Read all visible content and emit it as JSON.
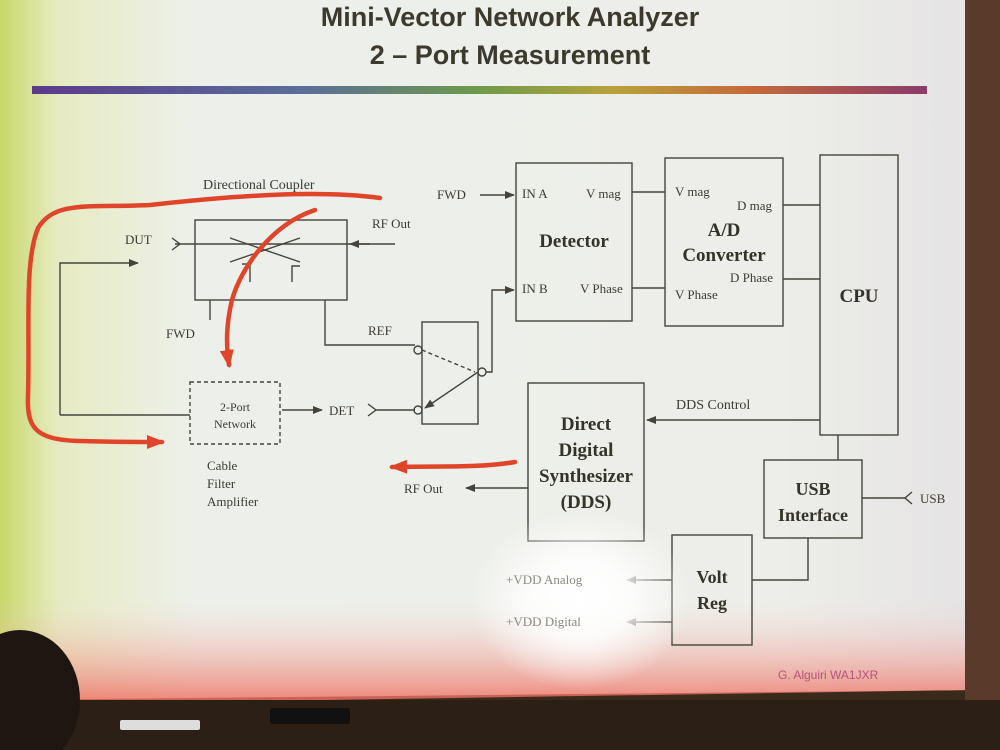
{
  "slide": {
    "title_line1": "Mini-Vector Network Analyzer",
    "title_line2": "2 – Port Measurement",
    "credit": "G. Alguiri WA1JXR"
  },
  "diagram": {
    "directional_coupler": "Directional Coupler",
    "dut": "DUT",
    "rf_out_top": "RF Out",
    "fwd_left": "FWD",
    "ref": "REF",
    "det": "DET",
    "two_port_line1": "2-Port",
    "two_port_line2": "Network",
    "two_port_caption": [
      "Cable",
      "Filter",
      "Amplifier"
    ],
    "fwd_in": "FWD",
    "detector": {
      "title": "Detector",
      "in_a": "IN A",
      "in_b": "IN B",
      "v_mag": "V mag",
      "v_phase": "V Phase"
    },
    "adc": {
      "line1": "A/D",
      "line2": "Converter",
      "v_mag": "V mag",
      "v_phase": "V Phase",
      "d_mag": "D mag",
      "d_phase": "D Phase"
    },
    "cpu": "CPU",
    "dds_control": "DDS Control",
    "dds": {
      "line1": "Direct",
      "line2": "Digital",
      "line3": "Synthesizer",
      "line4": "(DDS)"
    },
    "rf_out_dds": "RF Out",
    "usb": {
      "line1": "USB",
      "line2": "Interface",
      "port": "USB"
    },
    "volt_reg": {
      "line1": "Volt",
      "line2": "Reg"
    },
    "vdd_analog": "+VDD Analog",
    "vdd_digital": "+VDD Digital"
  },
  "colors": {
    "annotation_red": "#e0452a",
    "line_color": "#44443c"
  }
}
